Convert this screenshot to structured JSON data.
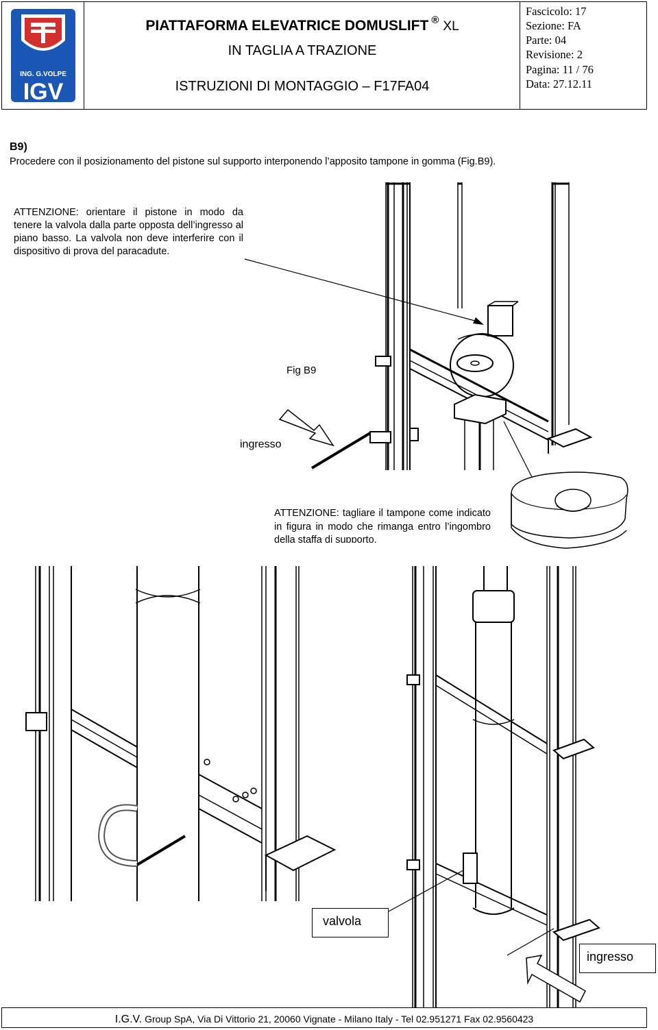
{
  "header": {
    "logo": {
      "top_text": "ING. G.VOLPE",
      "brand": "IGV",
      "color": "#1b58b5",
      "accent": "#d32f2f"
    },
    "title_main": "PIATTAFORMA ELEVATRICE DOMUSLIFT",
    "title_reg": "®",
    "title_xl": "XL",
    "subtitle": "IN TAGLIA A TRAZIONE",
    "doc_title": "ISTRUZIONI DI MONTAGGIO – F17FA04",
    "fascicolo": "Fascicolo: 17",
    "sezione": "Sezione: FA",
    "parte": "Parte: 04",
    "revisione": "Revisione: 2",
    "pagina": "Pagina: 11 / 76",
    "data": "Data: 27.12.11"
  },
  "section": {
    "heading": "B9)",
    "text": "Procedere con il posizionamento del pistone sul supporto interponendo l’apposito tampone in gomma (Fig.B9)."
  },
  "note1": "ATTENZIONE: orientare il pistone in modo da tenere la valvola dalla parte opposta dell’ingresso al piano basso. La valvola non deve interferire con il dispositivo di prova del paracadute.",
  "figure_label": "Fig B9",
  "label_ingresso_top": "ingresso",
  "note2": "ATTENZIONE: tagliare il tampone come indicato in figura in modo che rimanga entro l’ingombro della staffa di supporto.",
  "label_valvola": "valvola",
  "label_ingresso_bottom": "ingresso",
  "footer": {
    "company": "I.G.V.",
    "text": " Group SpA, Via Di Vittorio 21, 20060 Vignate - Milano Italy - Tel  02.951271 Fax  02.9560423"
  }
}
